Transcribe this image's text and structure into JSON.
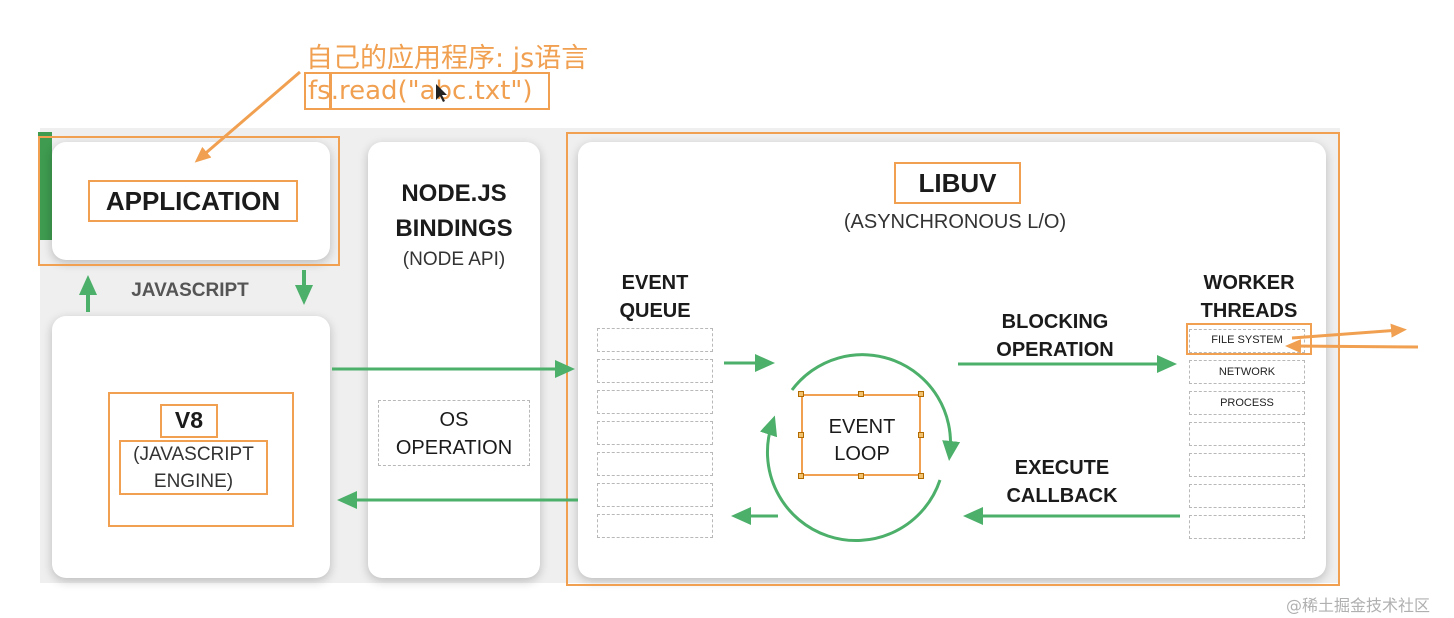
{
  "annotation": {
    "title": "自己的应用程序: js语言",
    "code_prefix": "fs",
    "code_rest": ".read(\"abc.txt\")"
  },
  "application": {
    "label": "APPLICATION"
  },
  "javascript_label": "JAVASCRIPT",
  "v8": {
    "title": "V8",
    "subtitle": "(JAVASCRIPT ENGINE)"
  },
  "bindings": {
    "title": "NODE.JS BINDINGS",
    "subtitle": "(NODE API)",
    "os_operation": "OS OPERATION"
  },
  "libuv": {
    "title": "LIBUV",
    "subtitle": "(ASYNCHRONOUS L/O)"
  },
  "event_queue": {
    "title": "EVENT QUEUE"
  },
  "event_loop": {
    "label": "EVENT LOOP"
  },
  "blocking": {
    "label": "BLOCKING OPERATION"
  },
  "execute": {
    "label": "EXECUTE CALLBACK"
  },
  "worker_threads": {
    "title": "WORKER THREADS",
    "items": [
      "FILE SYSTEM",
      "NETWORK",
      "PROCESS"
    ]
  },
  "watermark": "@稀土掘金技术社区",
  "colors": {
    "green": "#4caf6a",
    "orange": "#f0a050"
  }
}
